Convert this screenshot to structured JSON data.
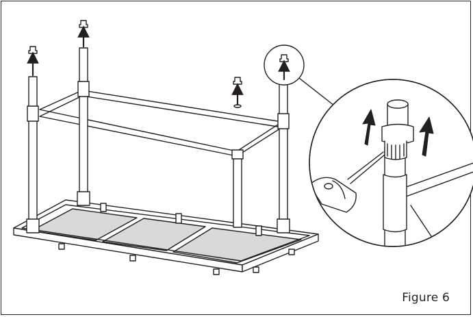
{
  "figure": {
    "caption": "Figure 6",
    "line_color": "#231f20",
    "panel_color": "#d9d9d9",
    "background": "#ffffff"
  },
  "parts": {
    "leg_caps": [
      "cap-front-left",
      "cap-rear-left",
      "cap-rear-right",
      "cap-front-right"
    ],
    "arrow_icon": "arrow-up-icon",
    "tool_icon": "screwdriver-icon"
  }
}
